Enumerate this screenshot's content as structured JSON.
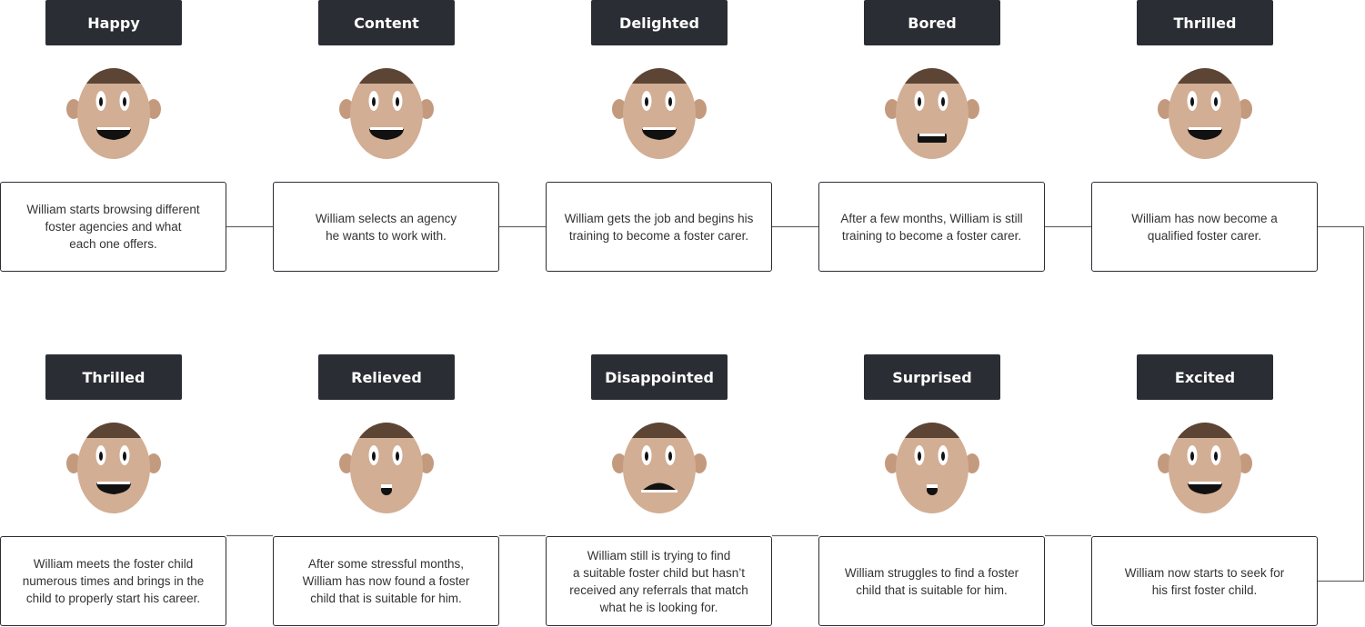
{
  "colors": {
    "label_bg": "#2a2d33",
    "skin": "#d2ae94",
    "ear": "#c49a7e",
    "hair": "#5c4535",
    "line": "#666666"
  },
  "steps": [
    {
      "emotion": "Happy",
      "mouth": "smile",
      "text": "William starts browsing different\nfoster agencies and what\neach one offers."
    },
    {
      "emotion": "Content",
      "mouth": "smile",
      "text": "William selects an agency\nhe wants to work with."
    },
    {
      "emotion": "Delighted",
      "mouth": "smile",
      "text": "William gets the job and begins his\ntraining to become a foster carer."
    },
    {
      "emotion": "Bored",
      "mouth": "flat",
      "text": "After a few months, William is still\ntraining to become a foster carer."
    },
    {
      "emotion": "Thrilled",
      "mouth": "smile",
      "text": "William has now become a\nqualified foster carer."
    },
    {
      "emotion": "Excited",
      "mouth": "smile",
      "text": "William now starts to seek for\nhis first foster child."
    },
    {
      "emotion": "Surprised",
      "mouth": "o",
      "text": "William struggles to find a foster\nchild that is suitable for him."
    },
    {
      "emotion": "Disappointed",
      "mouth": "frown",
      "text": "William still is trying to find\na suitable foster child but hasn’t\nreceived any referrals that match\nwhat he is looking for."
    },
    {
      "emotion": "Relieved",
      "mouth": "o",
      "text": "After some stressful months,\nWilliam has now found a foster\nchild that is suitable for him."
    },
    {
      "emotion": "Thrilled",
      "mouth": "smile",
      "text": "William meets the foster child\nnumerous times and brings in the\nchild to properly start his career."
    }
  ]
}
